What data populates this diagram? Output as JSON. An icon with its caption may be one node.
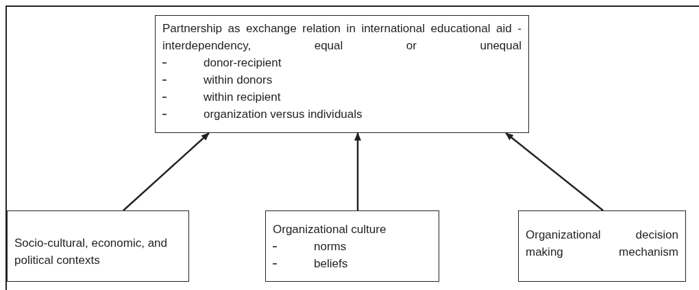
{
  "diagram": {
    "nodes": [
      {
        "text": [
          "Partnership as exchange relation in international educational aid - interdependency, equal or unequal",
          "donor-recipient",
          "within donors",
          "within recipient",
          "organization versus individuals"
        ]
      },
      {
        "text": [
          "Socio-cultural, economic, and political contexts"
        ]
      },
      {
        "text": [
          "Organizational culture",
          "norms",
          "beliefs"
        ]
      },
      {
        "text": [
          "Organizational decision making mechanism"
        ]
      }
    ],
    "edges": [
      {
        "from": 1,
        "to": 0,
        "arrow": "to"
      },
      {
        "from": 2,
        "to": 0,
        "arrow": "to"
      },
      {
        "from": 3,
        "to": 0,
        "arrow": "to"
      }
    ]
  }
}
